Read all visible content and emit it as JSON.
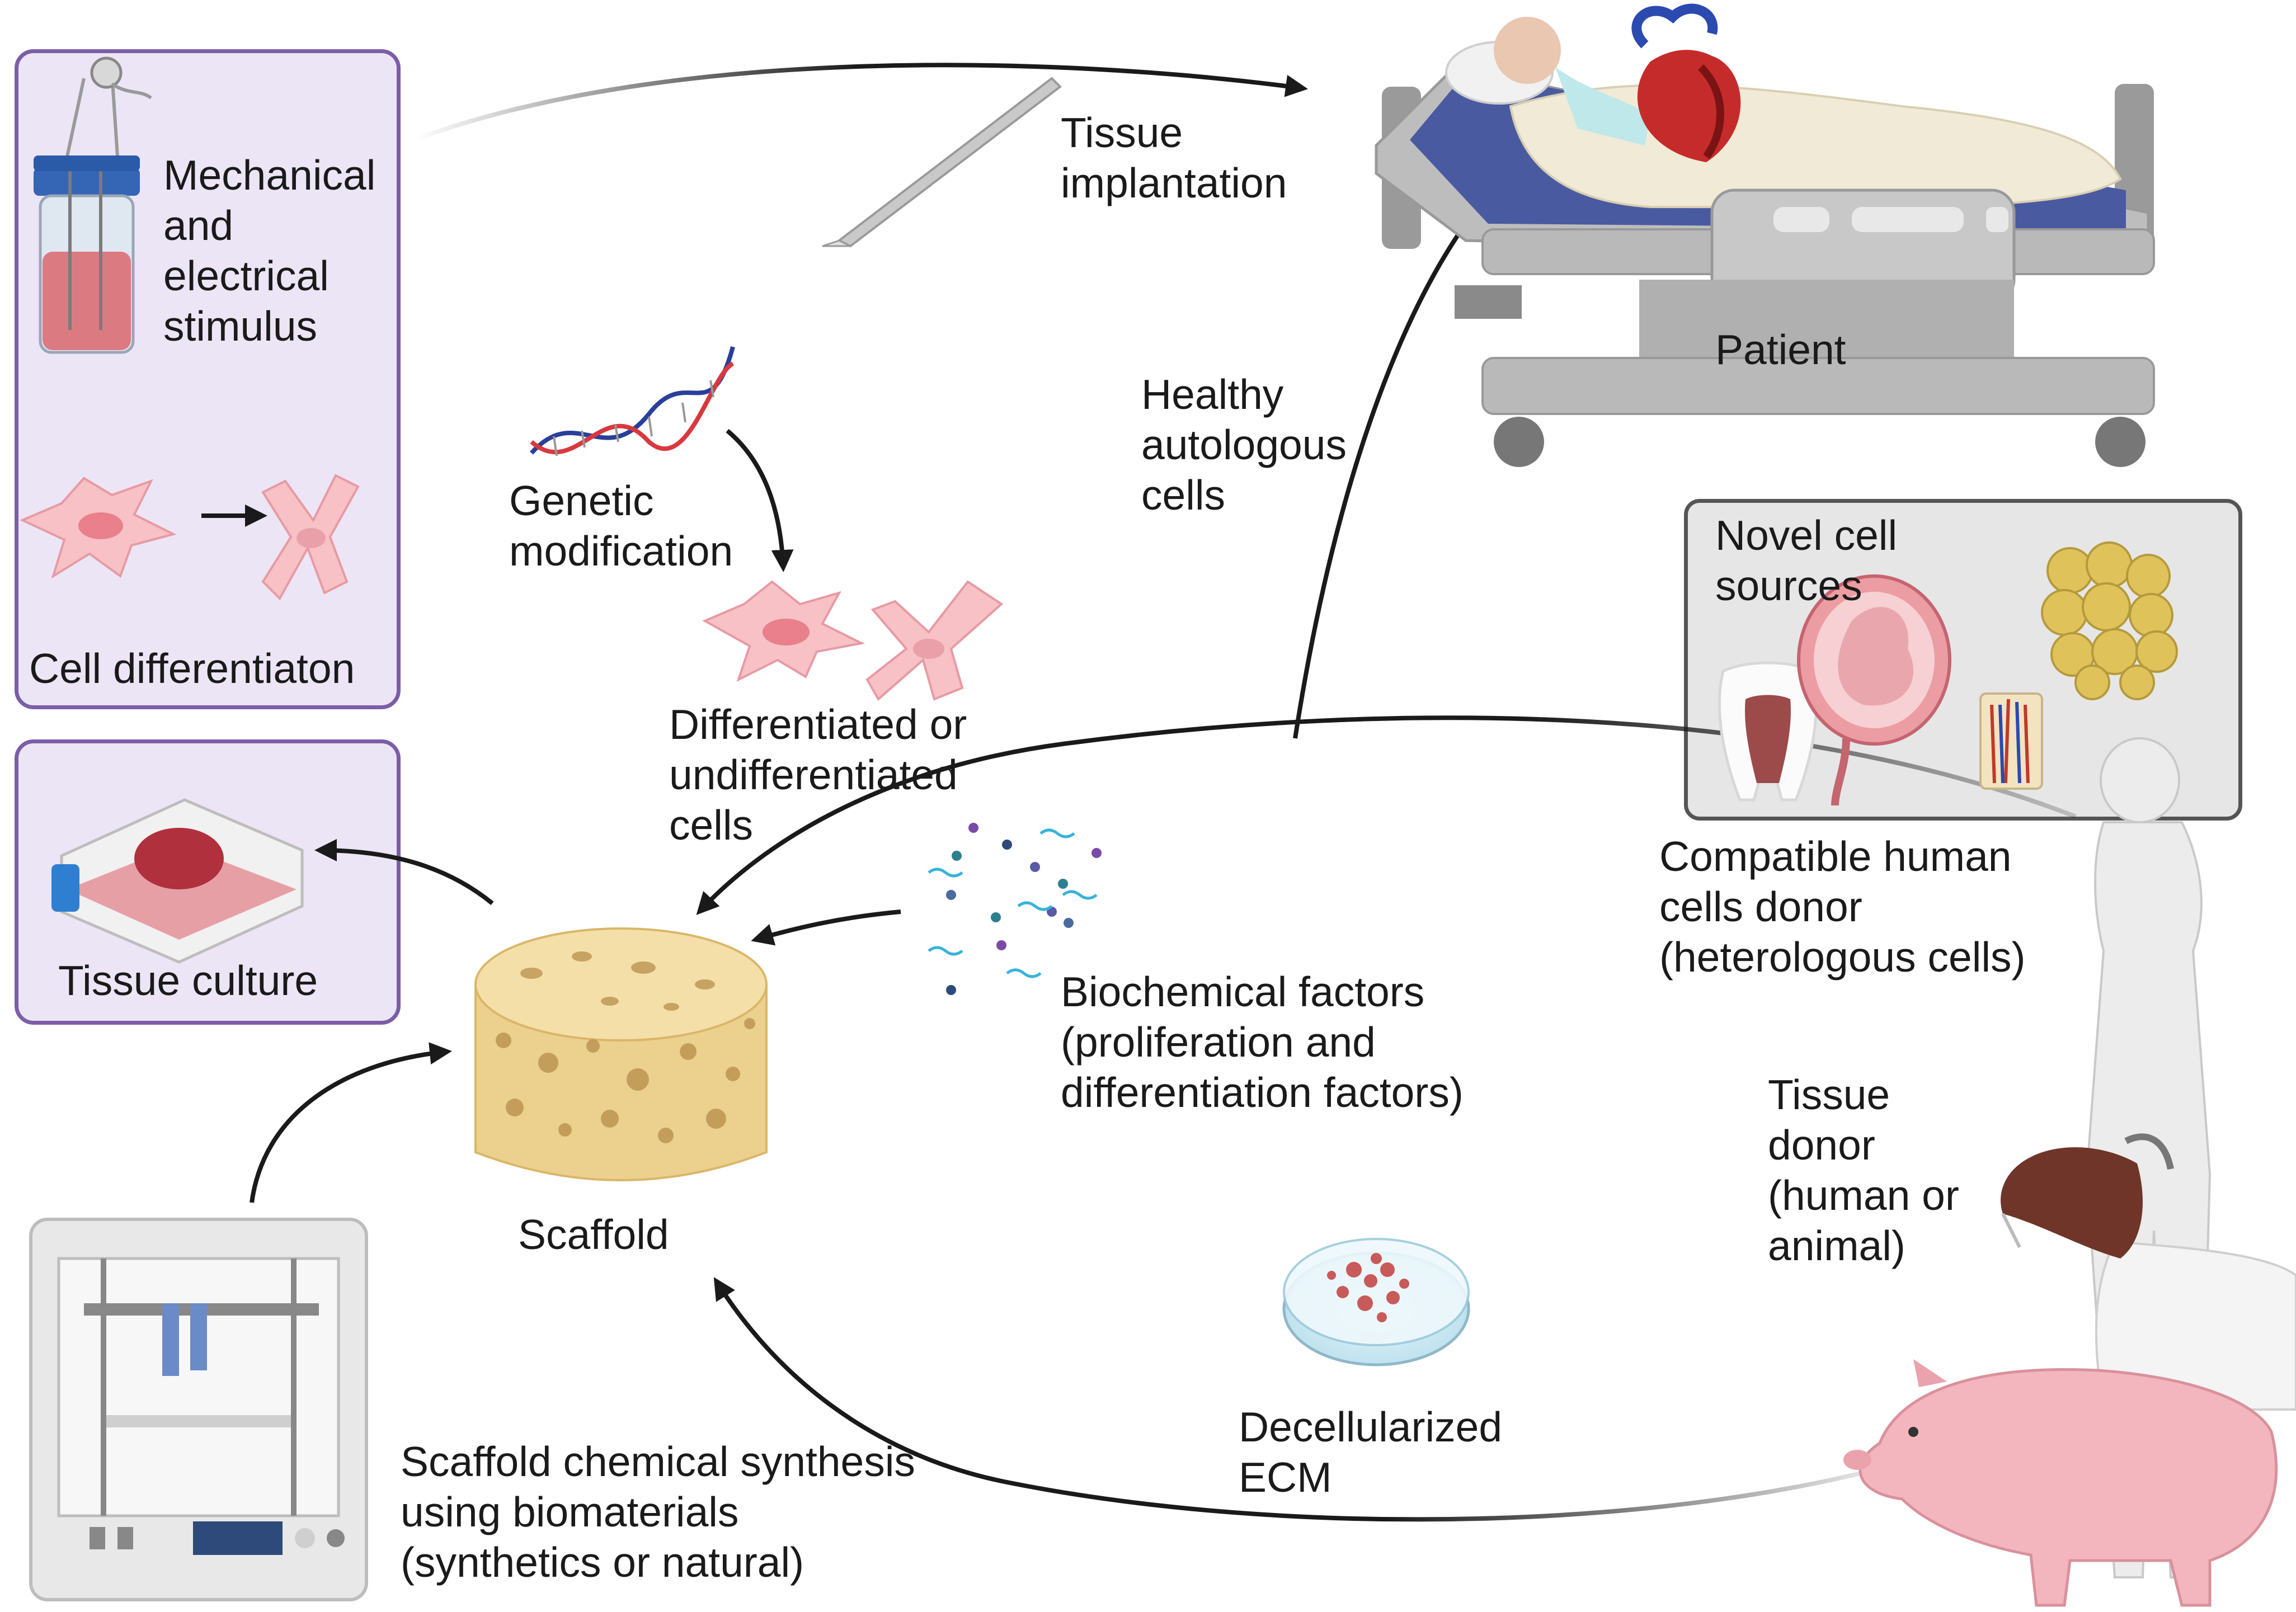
{
  "colors": {
    "purple_box_fill": "#ece5f6",
    "purple_box_border": "#7b5ea7",
    "gray_box_fill": "#e6e6e6",
    "gray_box_border": "#555555",
    "arrow": "#1a1a1a",
    "scaffold": "#f0d79c",
    "cell_pink": "#f4a9b3",
    "flesh_red": "#e0606b",
    "bed_gray": "#b9b9b9",
    "mattress_blue": "#4a5aa0"
  },
  "icons": [
    "bioreactor-icon",
    "cell-differentiation-icon",
    "culture-flask-icon",
    "scalpel-icon",
    "dna-icon",
    "differentiated-cells-icon",
    "biochemical-factors-icon",
    "scaffold-icon",
    "3d-printer-icon",
    "patient-bed-icon",
    "heart-icon",
    "tooth-icon",
    "fetus-icon",
    "adipose-cells-icon",
    "blood-vessel-icon",
    "human-donor-icon",
    "goat-icon",
    "pig-icon",
    "petri-dish-icon"
  ],
  "labels": {
    "mechanical": [
      "Mechanical",
      "and",
      "electrical",
      "stimulus"
    ],
    "cell_differentiation": "Cell differentiaton",
    "tissue_culture": "Tissue culture",
    "tissue_implantation": [
      "Tissue",
      "implantation"
    ],
    "patient": "Patient",
    "genetic_modification": [
      "Genetic",
      "modification"
    ],
    "healthy_autologous": [
      "Healthy",
      "autologous",
      "cells"
    ],
    "differentiated_cells": [
      "Differentiated or",
      "undifferentiated",
      "cells"
    ],
    "novel_cell_sources": [
      "Novel cell",
      "sources"
    ],
    "compatible_donor": [
      "Compatible human",
      "cells donor",
      "(heterologous cells)"
    ],
    "biochemical_factors": [
      "Biochemical factors",
      "(proliferation and",
      "differentiation factors)"
    ],
    "scaffold": "Scaffold",
    "tissue_donor": [
      "Tissue",
      "donor",
      "(human or",
      "animal)"
    ],
    "decellularized": [
      "Decellularized",
      "ECM"
    ],
    "scaffold_synthesis": [
      "Scaffold chemical synthesis",
      "using biomaterials",
      "(synthetics or natural)"
    ]
  }
}
